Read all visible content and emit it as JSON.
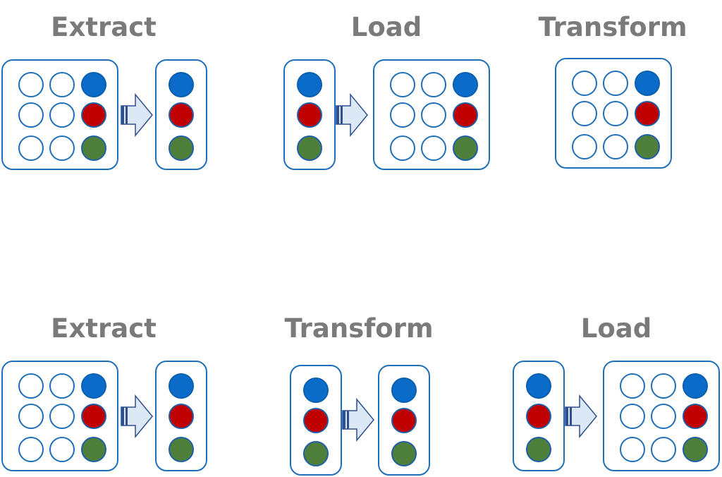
{
  "colors": {
    "title": "#7a7a7a",
    "border": "#1f6fb8",
    "blue": "#0a6cc8",
    "red": "#c00000",
    "green": "#4e7f3a",
    "arrow_fill": "#dce8f6",
    "arrow_stroke": "#2f4f8f"
  },
  "rows": [
    {
      "name": "top-row",
      "stages": [
        {
          "key": "extract",
          "title": "Extract"
        },
        {
          "key": "load",
          "title": "Load"
        },
        {
          "key": "transform",
          "title": "Transform"
        }
      ]
    },
    {
      "name": "bottom-row",
      "stages": [
        {
          "key": "extract",
          "title": "Extract"
        },
        {
          "key": "transform",
          "title": "Transform"
        },
        {
          "key": "load",
          "title": "Load"
        }
      ]
    }
  ],
  "grid_pattern": [
    [
      "empty",
      "empty",
      "blue"
    ],
    [
      "empty",
      "empty",
      "red"
    ],
    [
      "empty",
      "empty",
      "green"
    ]
  ],
  "column_pattern": [
    "blue",
    "red",
    "green"
  ],
  "arrow_icon": "right-arrow-icon"
}
